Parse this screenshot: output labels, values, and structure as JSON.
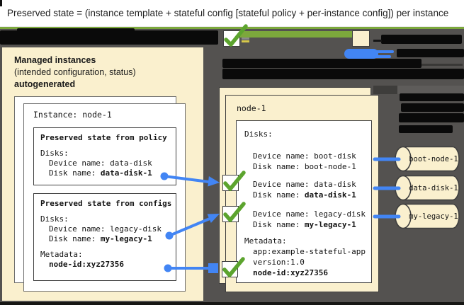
{
  "title_bar": {
    "text": "Preserved state = (instance template + stateful config [stateful policy + per-instance config]) per instance"
  },
  "colors": {
    "accent_green": "#7CA83C",
    "check_green": "#5CA42E",
    "accent_blue": "#4285F4",
    "cream": "#FAF0CE",
    "dark_background": "#545250",
    "redaction_black": "#0a0a0a"
  },
  "legend": {
    "checkbox_icon": "green-checkmark",
    "swatch_icon": "cream-box",
    "scribble_icon": "blue-scribble"
  },
  "left_panel": {
    "heading_line1": "Managed instances",
    "heading_line2": "(intended configuration, status)",
    "heading_line3": "autogenerated",
    "instance_card": {
      "title": "Instance: node-1",
      "policy_box": {
        "title": "Preserved state from policy",
        "disks_heading": "Disks:",
        "device_line": "Device name: data-disk",
        "disk_label": "Disk name: ",
        "disk_value": "data-disk-1"
      },
      "configs_box": {
        "title": "Preserved state from configs",
        "disks_heading": "Disks:",
        "device_line": "Device name: legacy-disk",
        "disk_label": "Disk name: ",
        "disk_value": "my-legacy-1",
        "metadata_heading": "Metadata:",
        "metadata_value": "node-id:xyz27356"
      }
    }
  },
  "right_panel": {
    "title": "node-1",
    "disks_box": {
      "heading": "Disks:",
      "rows": [
        {
          "device": "Device name: boot-disk",
          "disk_label": "Disk name: ",
          "disk_value": "boot-node-1"
        },
        {
          "device": "Device name: data-disk",
          "disk_label": "Disk name: ",
          "disk_value": "data-disk-1"
        },
        {
          "device": "Device name: legacy-disk",
          "disk_label": "Disk name: ",
          "disk_value": "my-legacy-1"
        }
      ],
      "metadata": {
        "heading": "Metadata:",
        "line1": "app:example-stateful-app",
        "line2": "version:1.0",
        "line3": "node-id:xyz27356"
      }
    }
  },
  "disks": [
    {
      "label": "boot-node-1"
    },
    {
      "label": "data-disk-1"
    },
    {
      "label": "my-legacy-1"
    }
  ]
}
